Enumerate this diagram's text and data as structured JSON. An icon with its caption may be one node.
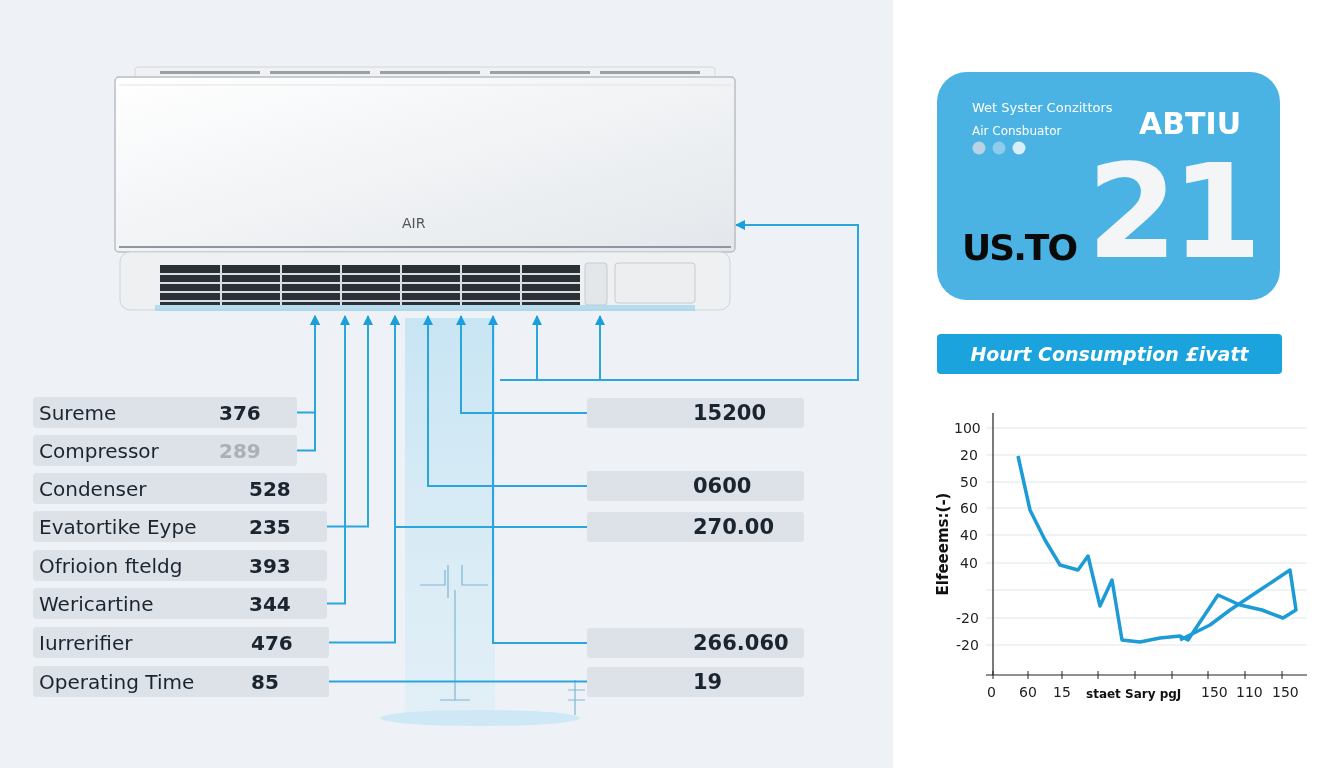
{
  "diagram": {
    "nodes": [
      {
        "text": [],
        "shape": "picture"
      },
      {
        "text": [
          "Sureme",
          "376"
        ]
      },
      {
        "text": [
          "Compressor",
          "289"
        ]
      },
      {
        "text": [
          "Condenser",
          "528"
        ]
      },
      {
        "text": [
          "Evatortike Eype",
          "235"
        ]
      },
      {
        "text": [
          "Ofrioion fteldg",
          "393"
        ]
      },
      {
        "text": [
          "Wericartine",
          "344"
        ]
      },
      {
        "text": [
          "Iurrerifier",
          "476"
        ]
      },
      {
        "text": [
          "Operating Time",
          "85"
        ]
      },
      {
        "text": [
          "15200"
        ]
      },
      {
        "text": [
          "0600"
        ]
      },
      {
        "text": [
          "270.00"
        ]
      },
      {
        "text": [
          "266.060"
        ]
      },
      {
        "text": [
          "19"
        ]
      },
      {
        "text": [
          "Wet Syster Conzittors",
          "Air Consbuator",
          "ABTIU",
          "US.TO",
          "21"
        ]
      },
      {
        "text": [
          "Hourt Consumption £ivatt"
        ]
      }
    ],
    "edges": [
      {
        "from": 1,
        "to": 0,
        "arrow": "to"
      },
      {
        "from": 2,
        "to": 0,
        "arrow": "to"
      },
      {
        "from": 4,
        "to": 0,
        "arrow": "to"
      },
      {
        "from": 6,
        "to": 0,
        "arrow": "to"
      },
      {
        "from": 7,
        "to": 0,
        "arrow": "to"
      },
      {
        "from": 11,
        "to": 0,
        "arrow": "to"
      },
      {
        "from": 9,
        "to": 0,
        "arrow": "to"
      },
      {
        "from": 10,
        "to": 0,
        "arrow": "to"
      },
      {
        "from": 12,
        "to": 0,
        "arrow": "to"
      },
      {
        "from": 8,
        "to": 13,
        "arrow": "none"
      },
      {
        "from": null,
        "to": 0,
        "arrow": "to"
      },
      {
        "from": null,
        "to": 0,
        "arrow": "to"
      },
      {
        "from": null,
        "to": 0,
        "arrow": "to"
      }
    ],
    "labels": [
      "AIR",
      "100",
      "20",
      "50",
      "60",
      "40",
      "40",
      "-20",
      "-20",
      "Elfeeems:(-)",
      "0",
      "60",
      "15",
      "staet Sary pgJ",
      "150",
      "110",
      "150"
    ]
  }
}
